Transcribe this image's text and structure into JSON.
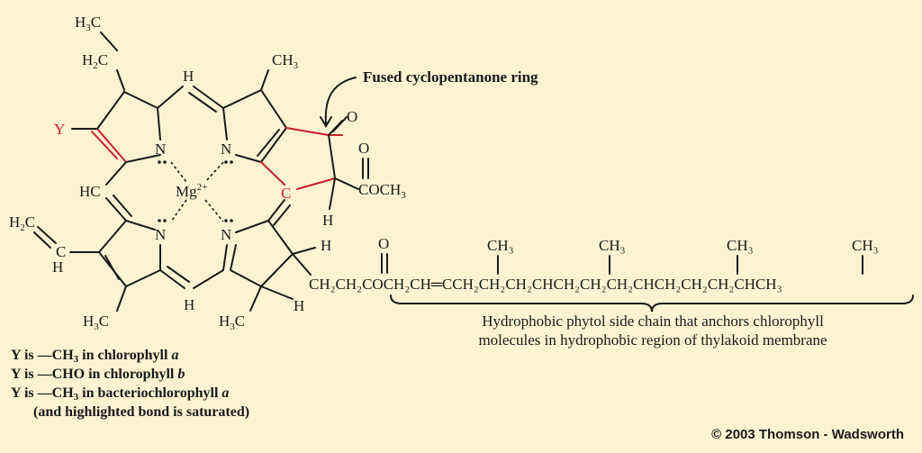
{
  "callout_label": "Fused cyclopentanone ring",
  "phytol_note": {
    "line1": "Hydrophobic phytol side chain that anchors chlorophyll",
    "line2": "molecules in hydrophobic region of thylakoid membrane"
  },
  "legend": {
    "line1_prefix": "Y is —CH",
    "line1_sub": "3",
    "line1_suffix": " in chlorophyll ",
    "line1_italic": "a",
    "line2_prefix": "Y is —CHO in chlorophyll ",
    "line2_italic": "b",
    "line3_prefix": "Y is —CH",
    "line3_sub": "3",
    "line3_suffix": " in bacteriochlorophyll ",
    "line3_italic": "a",
    "line4": "(and highlighted bond is saturated)"
  },
  "copyright": "© 2003 Thomson - Wadsworth",
  "atoms": {
    "Y": "Y",
    "N": "N",
    "Mg": "Mg",
    "Mg_charge": "2+",
    "H": "H",
    "HC": "HC",
    "C": "C",
    "O": "O",
    "CH": "CH",
    "H3C": "H",
    "sub2": "2",
    "sub3": "3",
    "H2C_top": "H",
    "COCH3": "COCH",
    "chain": "CH₂CH₂COCH₂CH═CCH₂CH₂CH₂CHCH₂CH₂CH₂CHCH₂CH₂CH₂CHCH₃",
    "methyl": "CH₃"
  },
  "colors": {
    "background": "#fdf3d2",
    "highlight": "#c8202a",
    "text": "#1a1a1a"
  }
}
